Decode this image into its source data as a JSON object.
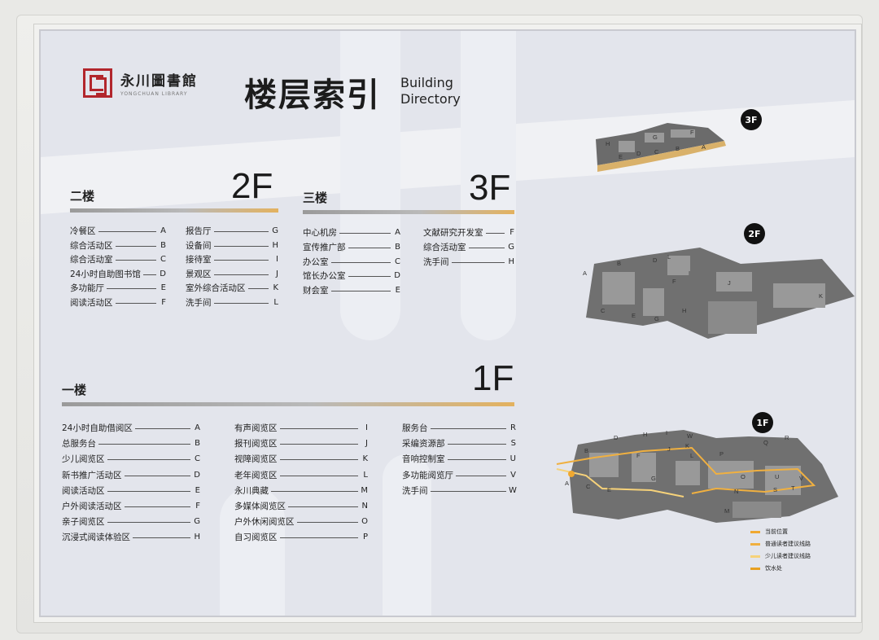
{
  "logo": {
    "cn": "永川圖書館",
    "en": "YONGCHUAN LIBRARY"
  },
  "title": {
    "cn": "楼层索引",
    "en_line1": "Building",
    "en_line2": "Directory"
  },
  "floors": {
    "f2": {
      "cn": "二楼",
      "num": "2F",
      "col1": [
        {
          "label": "冷餐区",
          "key": "A"
        },
        {
          "label": "综合活动区",
          "key": "B"
        },
        {
          "label": "综合活动室",
          "key": "C"
        },
        {
          "label": "24小时自助图书馆",
          "key": "D"
        },
        {
          "label": "多功能厅",
          "key": "E"
        },
        {
          "label": "阅读活动区",
          "key": "F"
        }
      ],
      "col2": [
        {
          "label": "报告厅",
          "key": "G"
        },
        {
          "label": "设备间",
          "key": "H"
        },
        {
          "label": "接待室",
          "key": "I"
        },
        {
          "label": "景观区",
          "key": "J"
        },
        {
          "label": "室外综合活动区",
          "key": "K"
        },
        {
          "label": "洗手间",
          "key": "L"
        }
      ]
    },
    "f3": {
      "cn": "三楼",
      "num": "3F",
      "col1": [
        {
          "label": "中心机房",
          "key": "A"
        },
        {
          "label": "宣传推广部",
          "key": "B"
        },
        {
          "label": "办公室",
          "key": "C"
        },
        {
          "label": "馆长办公室",
          "key": "D"
        },
        {
          "label": "财会室",
          "key": "E"
        }
      ],
      "col2": [
        {
          "label": "文献研究开发室",
          "key": "F"
        },
        {
          "label": "综合活动室",
          "key": "G"
        },
        {
          "label": "洗手间",
          "key": "H"
        }
      ]
    },
    "f1": {
      "cn": "一楼",
      "num": "1F",
      "col1": [
        {
          "label": "24小时自助借阅区",
          "key": "A"
        },
        {
          "label": "总服务台",
          "key": "B"
        },
        {
          "label": "少儿阅览区",
          "key": "C"
        },
        {
          "label": "新书推广活动区",
          "key": "D"
        },
        {
          "label": "阅读活动区",
          "key": "E"
        },
        {
          "label": "户外阅读活动区",
          "key": "F"
        },
        {
          "label": "亲子阅览区",
          "key": "G"
        },
        {
          "label": "沉浸式阅读体验区",
          "key": "H"
        }
      ],
      "col2": [
        {
          "label": "有声阅览区",
          "key": "I"
        },
        {
          "label": "报刊阅览区",
          "key": "J"
        },
        {
          "label": "视障阅览区",
          "key": "K"
        },
        {
          "label": "老年阅览区",
          "key": "L"
        },
        {
          "label": "永川典藏",
          "key": "M"
        },
        {
          "label": "多媒体阅览区",
          "key": "N"
        },
        {
          "label": "户外休闲阅览区",
          "key": "O"
        },
        {
          "label": "自习阅览区",
          "key": "P"
        }
      ],
      "col3": [
        {
          "label": "服务台",
          "key": "R"
        },
        {
          "label": "采编资源部",
          "key": "S"
        },
        {
          "label": "音响控制室",
          "key": "U"
        },
        {
          "label": "多功能阅览厅",
          "key": "V"
        },
        {
          "label": "洗手间",
          "key": "W"
        }
      ]
    }
  },
  "badges": {
    "f3": "3F",
    "f2": "2F",
    "f1": "1F"
  },
  "legend": [
    {
      "label": "当前位置",
      "color": "#f0a830"
    },
    {
      "label": "普通读者建议线路",
      "color": "#f0b040"
    },
    {
      "label": "少儿读者建议线路",
      "color": "#f6d27a"
    },
    {
      "label": "饮水处",
      "color": "#e8a020"
    }
  ]
}
